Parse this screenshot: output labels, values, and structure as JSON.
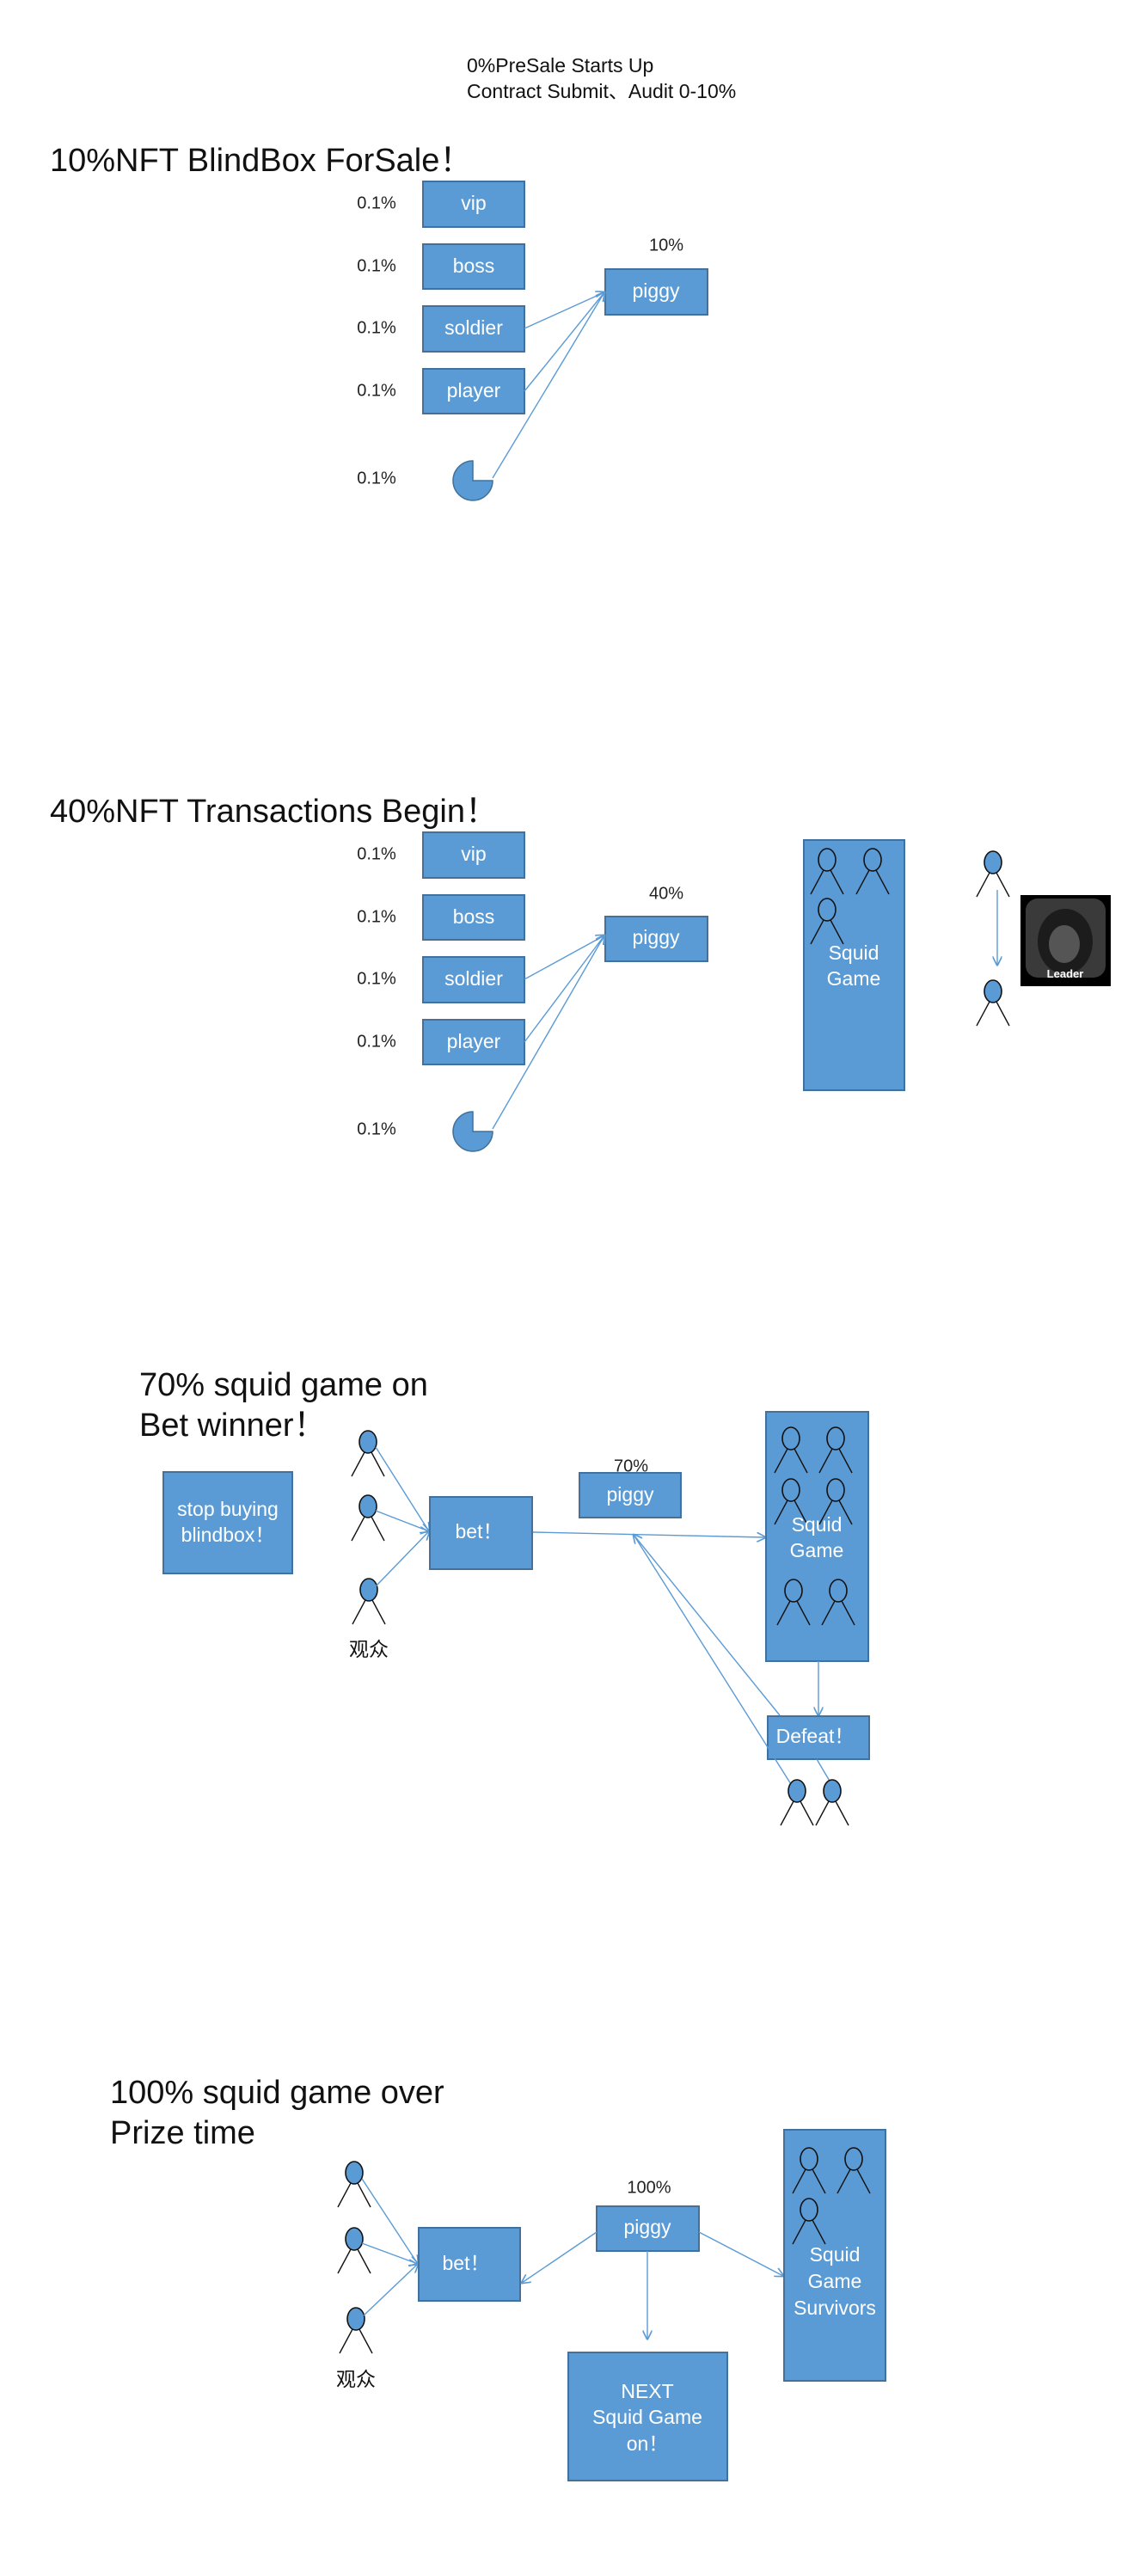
{
  "header": {
    "line1": "0%PreSale Starts Up",
    "line2": "Contract Submit、Audit 0-10%"
  },
  "colors": {
    "box": "#5B9BD5",
    "box_border": "#41719C",
    "line": "#5B9BD5"
  },
  "stage1": {
    "title": "10%NFT BlindBox ForSale！",
    "items": [
      {
        "label": "vip",
        "pct": "0.1%"
      },
      {
        "label": "boss",
        "pct": "0.1%"
      },
      {
        "label": "soldier",
        "pct": "0.1%"
      },
      {
        "label": "player",
        "pct": "0.1%"
      }
    ],
    "pie_pct": "0.1%",
    "piggy_pct": "10%",
    "piggy": "piggy"
  },
  "stage2": {
    "title": "40%NFT Transactions Begin！",
    "items": [
      {
        "label": "vip",
        "pct": "0.1%"
      },
      {
        "label": "boss",
        "pct": "0.1%"
      },
      {
        "label": "soldier",
        "pct": "0.1%"
      },
      {
        "label": "player",
        "pct": "0.1%"
      }
    ],
    "pie_pct": "0.1%",
    "piggy_pct": "40%",
    "piggy": "piggy",
    "squid": [
      "Squid",
      "Game"
    ],
    "leader": "Leader"
  },
  "stage3": {
    "title": [
      "70% squid game on",
      "Bet winner！"
    ],
    "stop": [
      "stop buying",
      "blindbox！"
    ],
    "audience": "观众",
    "bet": "bet！",
    "piggy_pct": "70%",
    "piggy": "piggy",
    "squid": [
      "Squid",
      "Game"
    ],
    "defeat": "Defeat！"
  },
  "stage4": {
    "title": [
      "100% squid game over",
      "Prize time"
    ],
    "audience": "观众",
    "bet": "bet！",
    "piggy_pct": "100%",
    "piggy": "piggy",
    "survivors": [
      "Squid",
      "Game",
      "Survivors"
    ],
    "next": [
      "NEXT",
      "Squid Game",
      "on！"
    ]
  }
}
